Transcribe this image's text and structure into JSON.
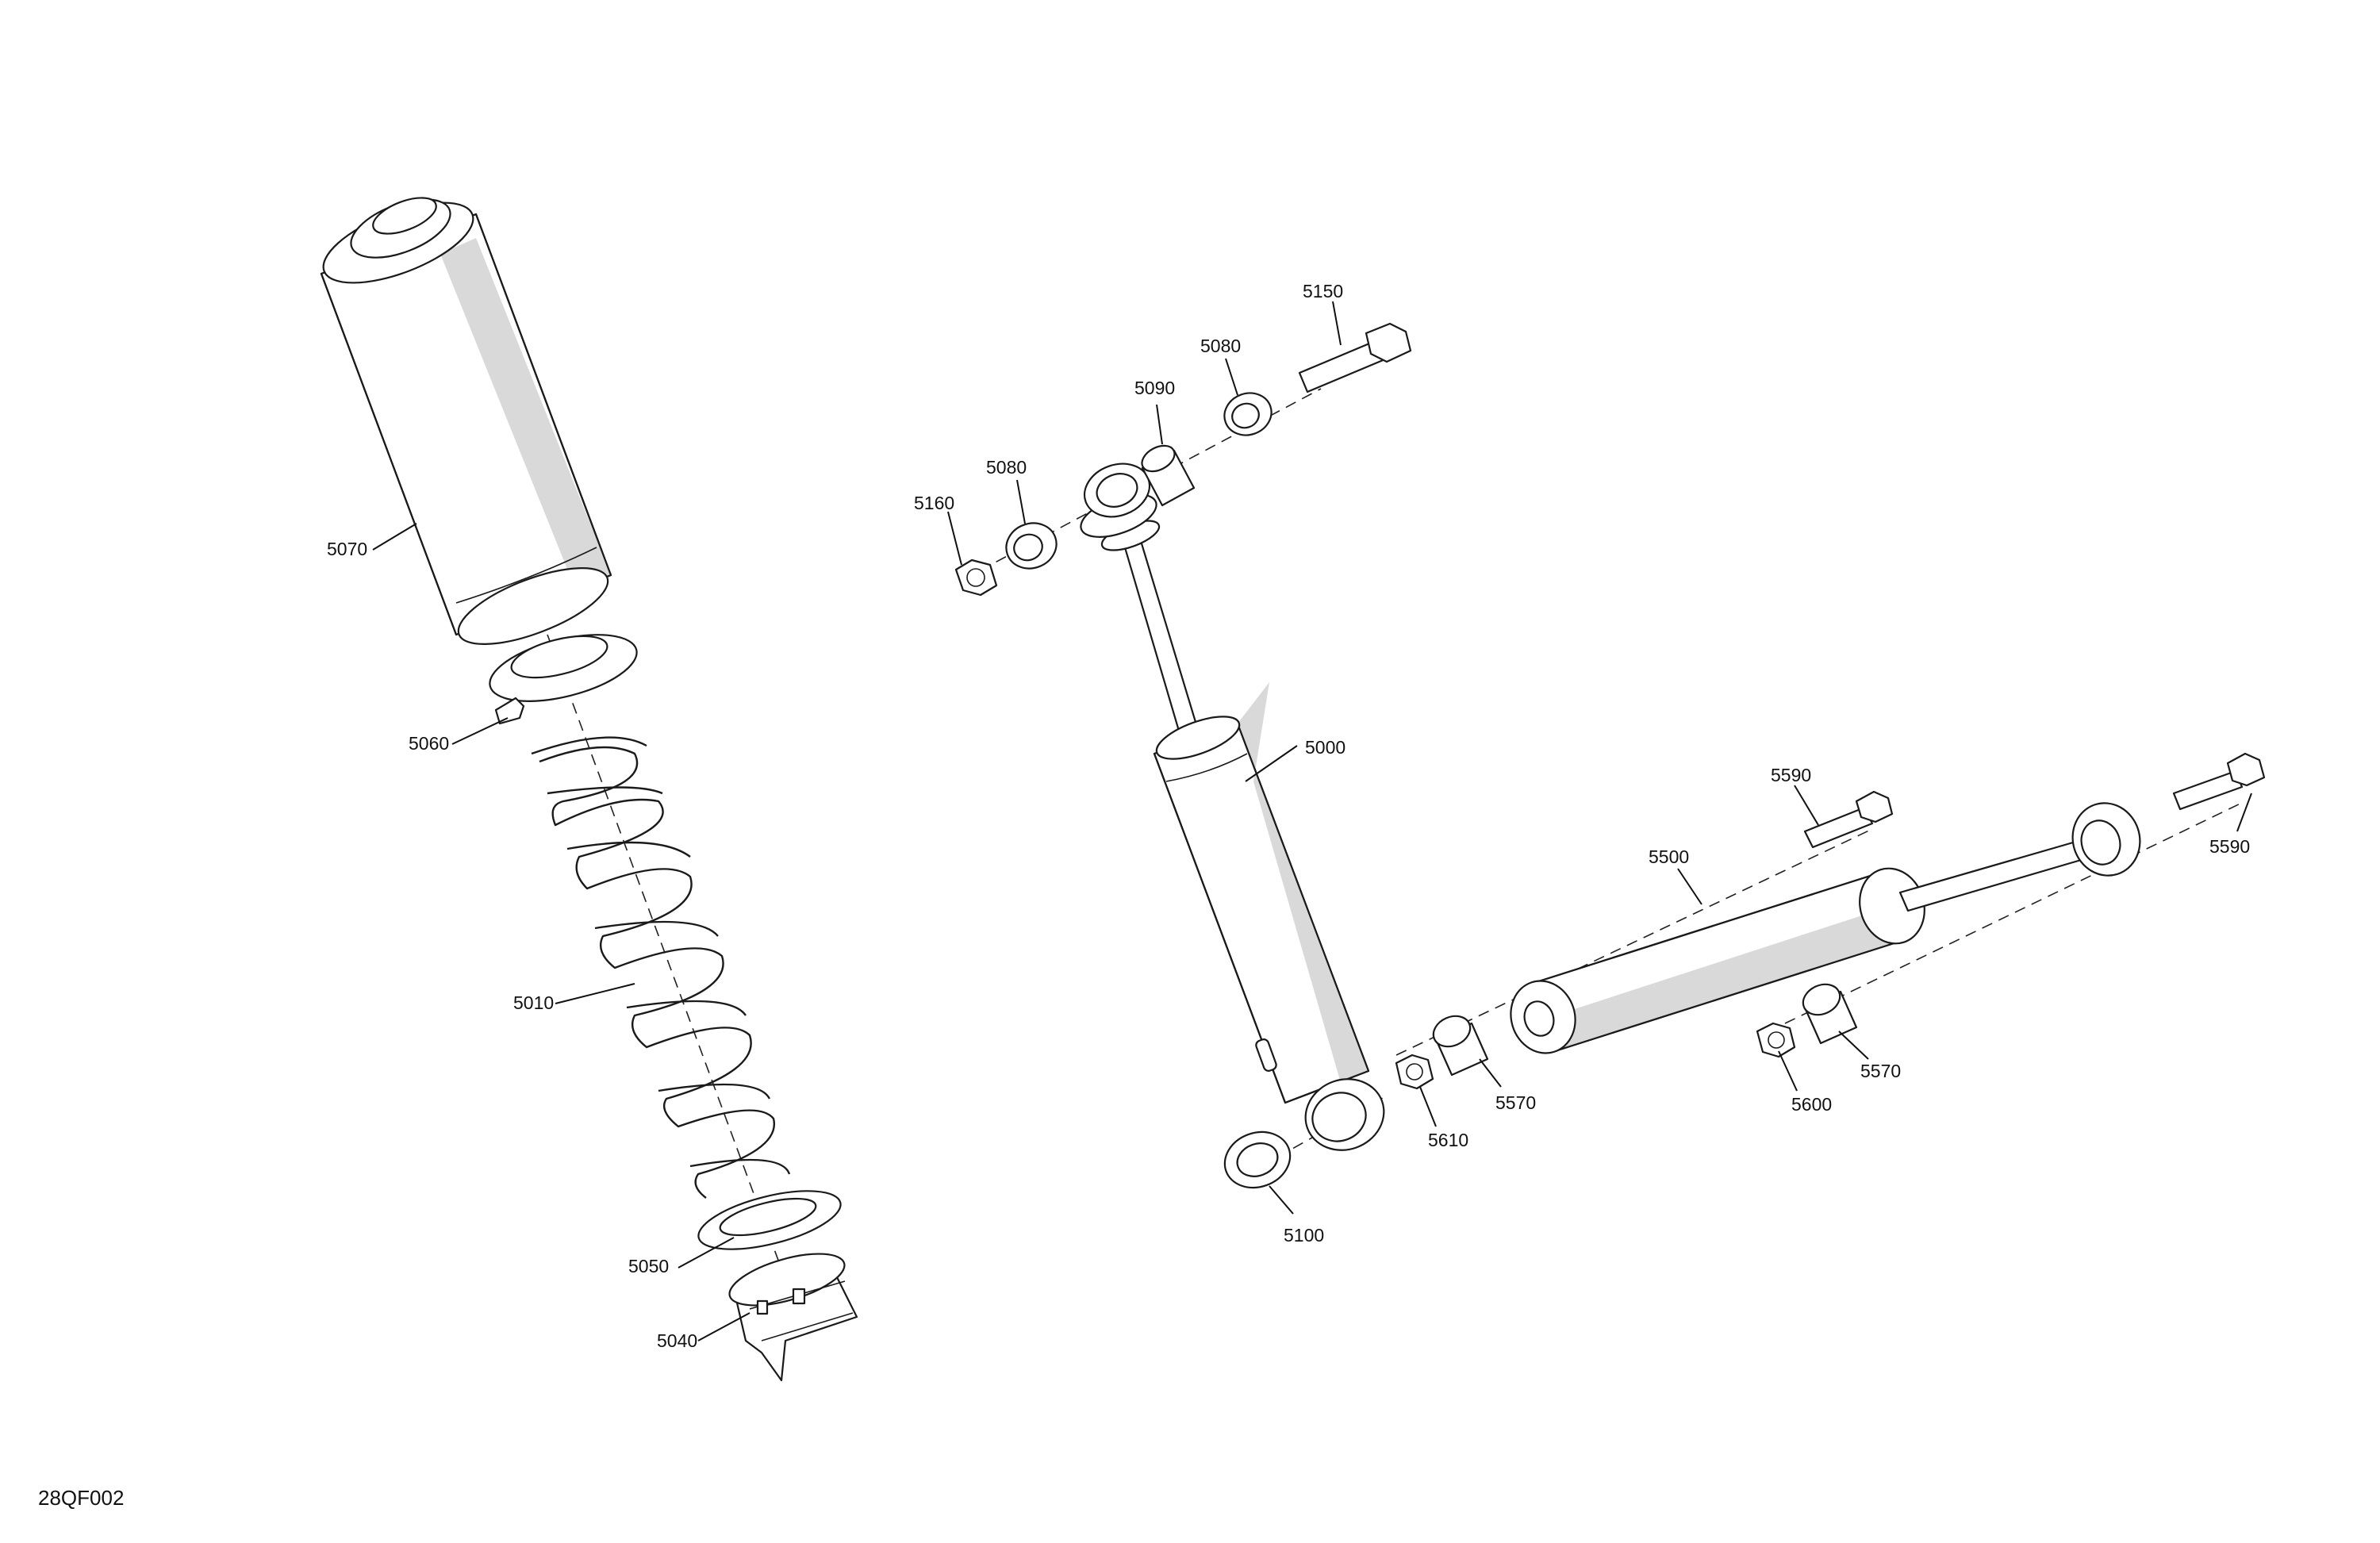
{
  "diagram": {
    "reference_code": "28QF002",
    "callouts": {
      "c5070": "5070",
      "c5060": "5060",
      "c5010": "5010",
      "c5050": "5050",
      "c5040": "5040",
      "c5160": "5160",
      "c5080a": "5080",
      "c5090": "5090",
      "c5080b": "5080",
      "c5150": "5150",
      "c5000": "5000",
      "c5100": "5100",
      "c5610": "5610",
      "c5570a": "5570",
      "c5500": "5500",
      "c5590a": "5590",
      "c5590b": "5590",
      "c5600": "5600",
      "c5570b": "5570"
    }
  }
}
